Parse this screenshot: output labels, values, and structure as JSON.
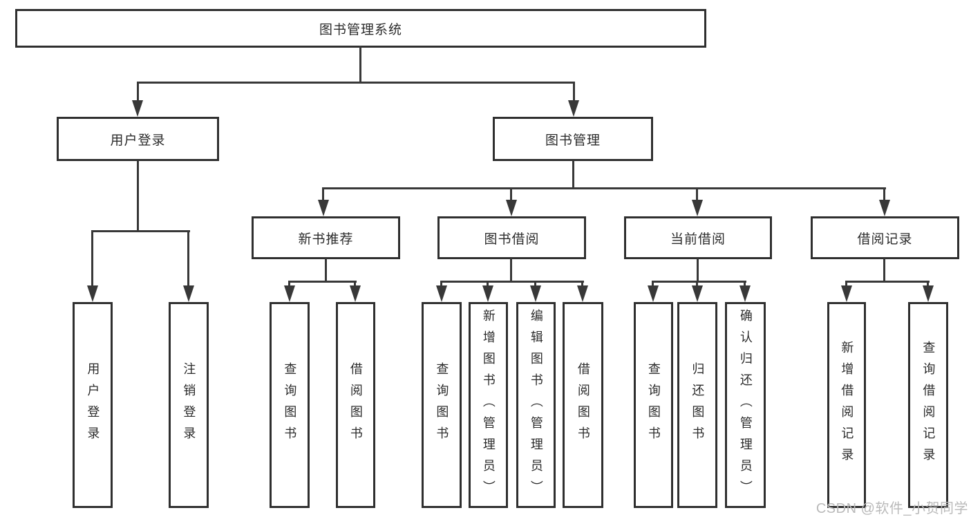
{
  "nodes": {
    "root": "图书管理系统",
    "user_login": "用户登录",
    "book_management": "图书管理",
    "new_book_recommend": "新书推荐",
    "book_borrowing": "图书借阅",
    "current_borrowing": "当前借阅",
    "borrowing_records": "借阅记录",
    "leaf_user_login": "用户登录",
    "leaf_logout": "注销登录",
    "leaf_recommend_query_books": "查询图书",
    "leaf_recommend_borrow_books": "借阅图书",
    "leaf_borrow_query_books": "查询图书",
    "leaf_borrow_add_book_admin": "新增图书（管理员）",
    "leaf_borrow_edit_book_admin": "编辑图书（管理员）",
    "leaf_borrow_borrow_books": "借阅图书",
    "leaf_current_query_books": "查询图书",
    "leaf_current_return_books": "归还图书",
    "leaf_current_confirm_return_admin": "确认归还（管理员）",
    "leaf_records_add_record": "新增借阅记录",
    "leaf_records_query_record": "查询借阅记录"
  },
  "watermark": "CSDN @软件_小贺同学",
  "colors": {
    "line": "#383838",
    "border": "#2f2f2f",
    "text": "#2b2b2b",
    "background": "#ffffff",
    "watermark": "#bababa"
  }
}
